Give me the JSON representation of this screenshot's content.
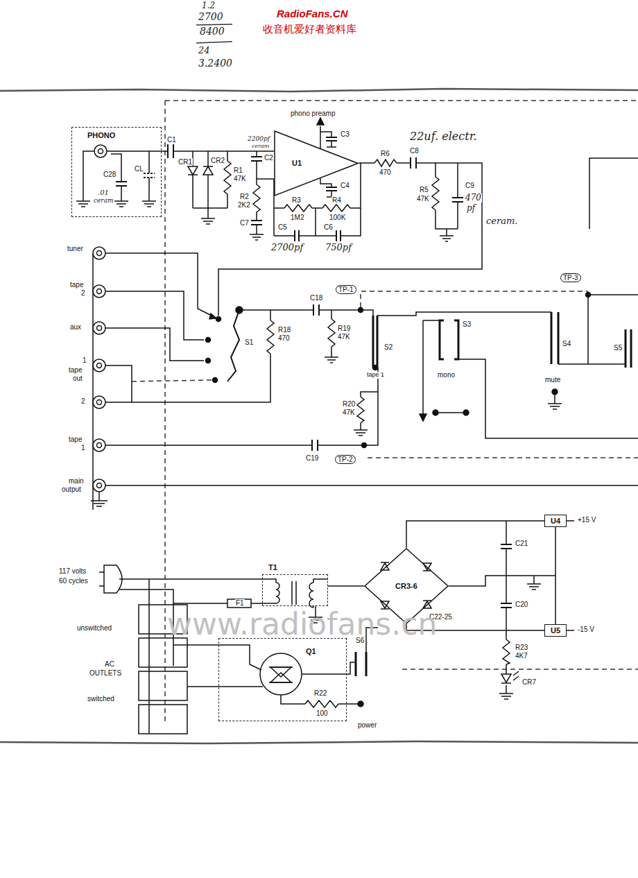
{
  "diagram": {
    "nodes": [
      {
        "text": [
          "PHONO"
        ]
      },
      {
        "text": [
          "U1"
        ]
      },
      {
        "text": [
          "T1"
        ]
      },
      {
        "text": [
          "CR3-6"
        ]
      },
      {
        "text": [
          "U4"
        ]
      },
      {
        "text": [
          "U5"
        ]
      },
      {
        "text": [
          "Q1"
        ]
      }
    ],
    "edges": [
      {
        "from": 2,
        "to": 3,
        "arrow": "none"
      },
      {
        "from": 3,
        "to": 4,
        "arrow": "none"
      },
      {
        "from": 3,
        "to": 5,
        "arrow": "none"
      }
    ],
    "labels": [
      "1.2",
      "2700",
      "8400",
      "24",
      "3.2400",
      "RadioFans.CN",
      "收音机爱好者资料库",
      "C28",
      ".01",
      "ceram",
      "CL",
      "C1",
      "CR1",
      "CR2",
      "R1",
      "47K",
      "2200pf",
      "ceram",
      "C2",
      "R2",
      "2K2",
      "C7",
      "phono preamp",
      "C3",
      "C4",
      "R3",
      "1M2",
      "R4",
      "100K",
      "C5",
      "2700pf",
      "C6",
      "750pf",
      "R6",
      "470",
      "C8",
      "22uf. electr.",
      "R5",
      "47K",
      "C9",
      "470",
      "pf",
      "ceram.",
      "tuner",
      "tape",
      "2",
      "aux",
      "1",
      "tape",
      "out",
      "2",
      "tape",
      "1",
      "main",
      "output",
      "S1",
      "R18",
      "470",
      "C18",
      "TP-1",
      "R19",
      "47K",
      "S2",
      "tape 1",
      "S3",
      "mono",
      "S4",
      "mute",
      "TP-3",
      "S5",
      "R20",
      "47K",
      "C19",
      "TP-2",
      "117 volts",
      "60 cycles",
      "F1",
      "C22-25",
      "C21",
      "C20",
      "+15 V",
      "-15 V",
      "R23",
      "4K7",
      "CR7",
      "unswitched",
      "AC",
      "OUTLETS",
      "switched",
      "R22",
      "100",
      "S6",
      "power",
      "www.radiofans.cn"
    ]
  }
}
